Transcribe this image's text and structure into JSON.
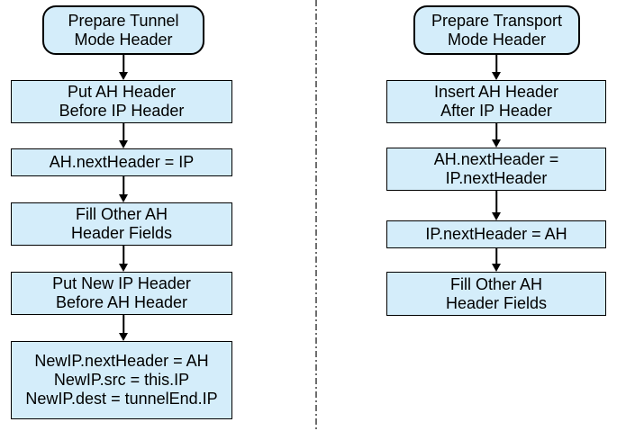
{
  "left_flow": {
    "nodes": [
      {
        "label": "Prepare Tunnel\nMode Header",
        "shape": "rounded"
      },
      {
        "label": "Put AH Header\nBefore IP Header",
        "shape": "rect"
      },
      {
        "label": "AH.nextHeader = IP",
        "shape": "rect"
      },
      {
        "label": "Fill Other AH\nHeader Fields",
        "shape": "rect"
      },
      {
        "label": "Put New IP Header\nBefore AH Header",
        "shape": "rect"
      },
      {
        "label": "NewIP.nextHeader = AH\nNewIP.src = this.IP\nNewIP.dest = tunnelEnd.IP",
        "shape": "rect"
      }
    ]
  },
  "right_flow": {
    "nodes": [
      {
        "label": "Prepare Transport\nMode Header",
        "shape": "rounded"
      },
      {
        "label": "Insert AH Header\nAfter IP Header",
        "shape": "rect"
      },
      {
        "label": "AH.nextHeader =\nIP.nextHeader",
        "shape": "rect"
      },
      {
        "label": "IP.nextHeader = AH",
        "shape": "rect"
      },
      {
        "label": "Fill Other AH\nHeader Fields",
        "shape": "rect"
      }
    ]
  },
  "colors": {
    "node_fill": "#D4EDFA",
    "node_border": "#000000",
    "arrow": "#000000",
    "divider": "#6E6E6E"
  }
}
